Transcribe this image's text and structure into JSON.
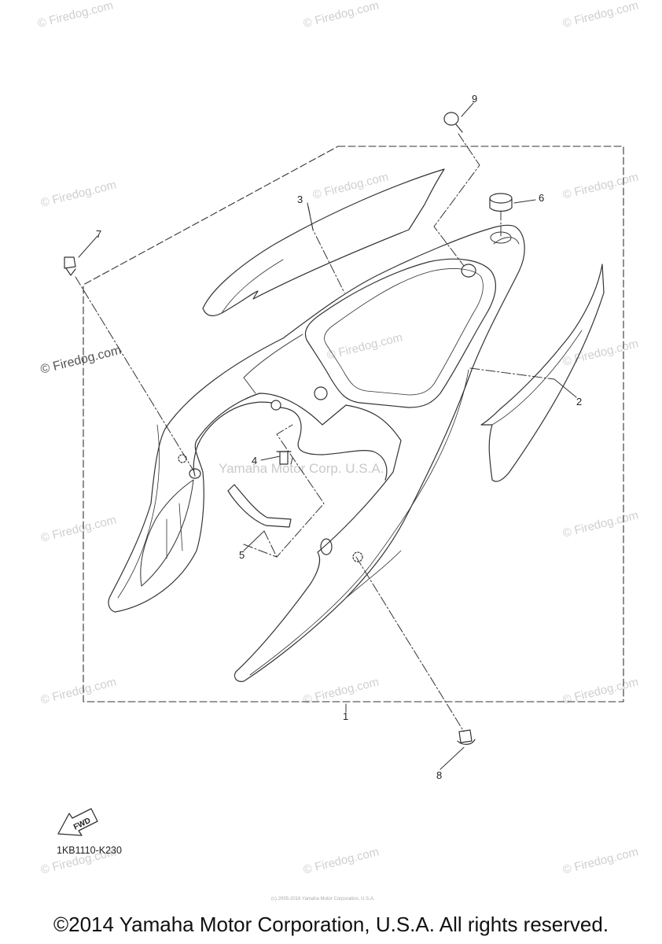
{
  "watermark": {
    "site": "© Firedog.com",
    "center_text": "Yamaha Motor Corp. U.S.A."
  },
  "callouts": {
    "part_1": "1",
    "part_2": "2",
    "part_3": "3",
    "part_4": "4",
    "part_5": "5",
    "part_6": "6",
    "part_7": "7",
    "part_8": "8",
    "part_9": "9"
  },
  "fwd_arrow": {
    "label": "FWD"
  },
  "drawing_code": "1KB1110-K230",
  "tiny_copyright": "(c) 2005-2016 Yamaha Motor Corporation, U.S.A.",
  "copyright": "©2014 Yamaha Motor Corporation, U.S.A. All rights reserved.",
  "colors": {
    "line": "#333333",
    "watermark": "#cfcfcf"
  }
}
